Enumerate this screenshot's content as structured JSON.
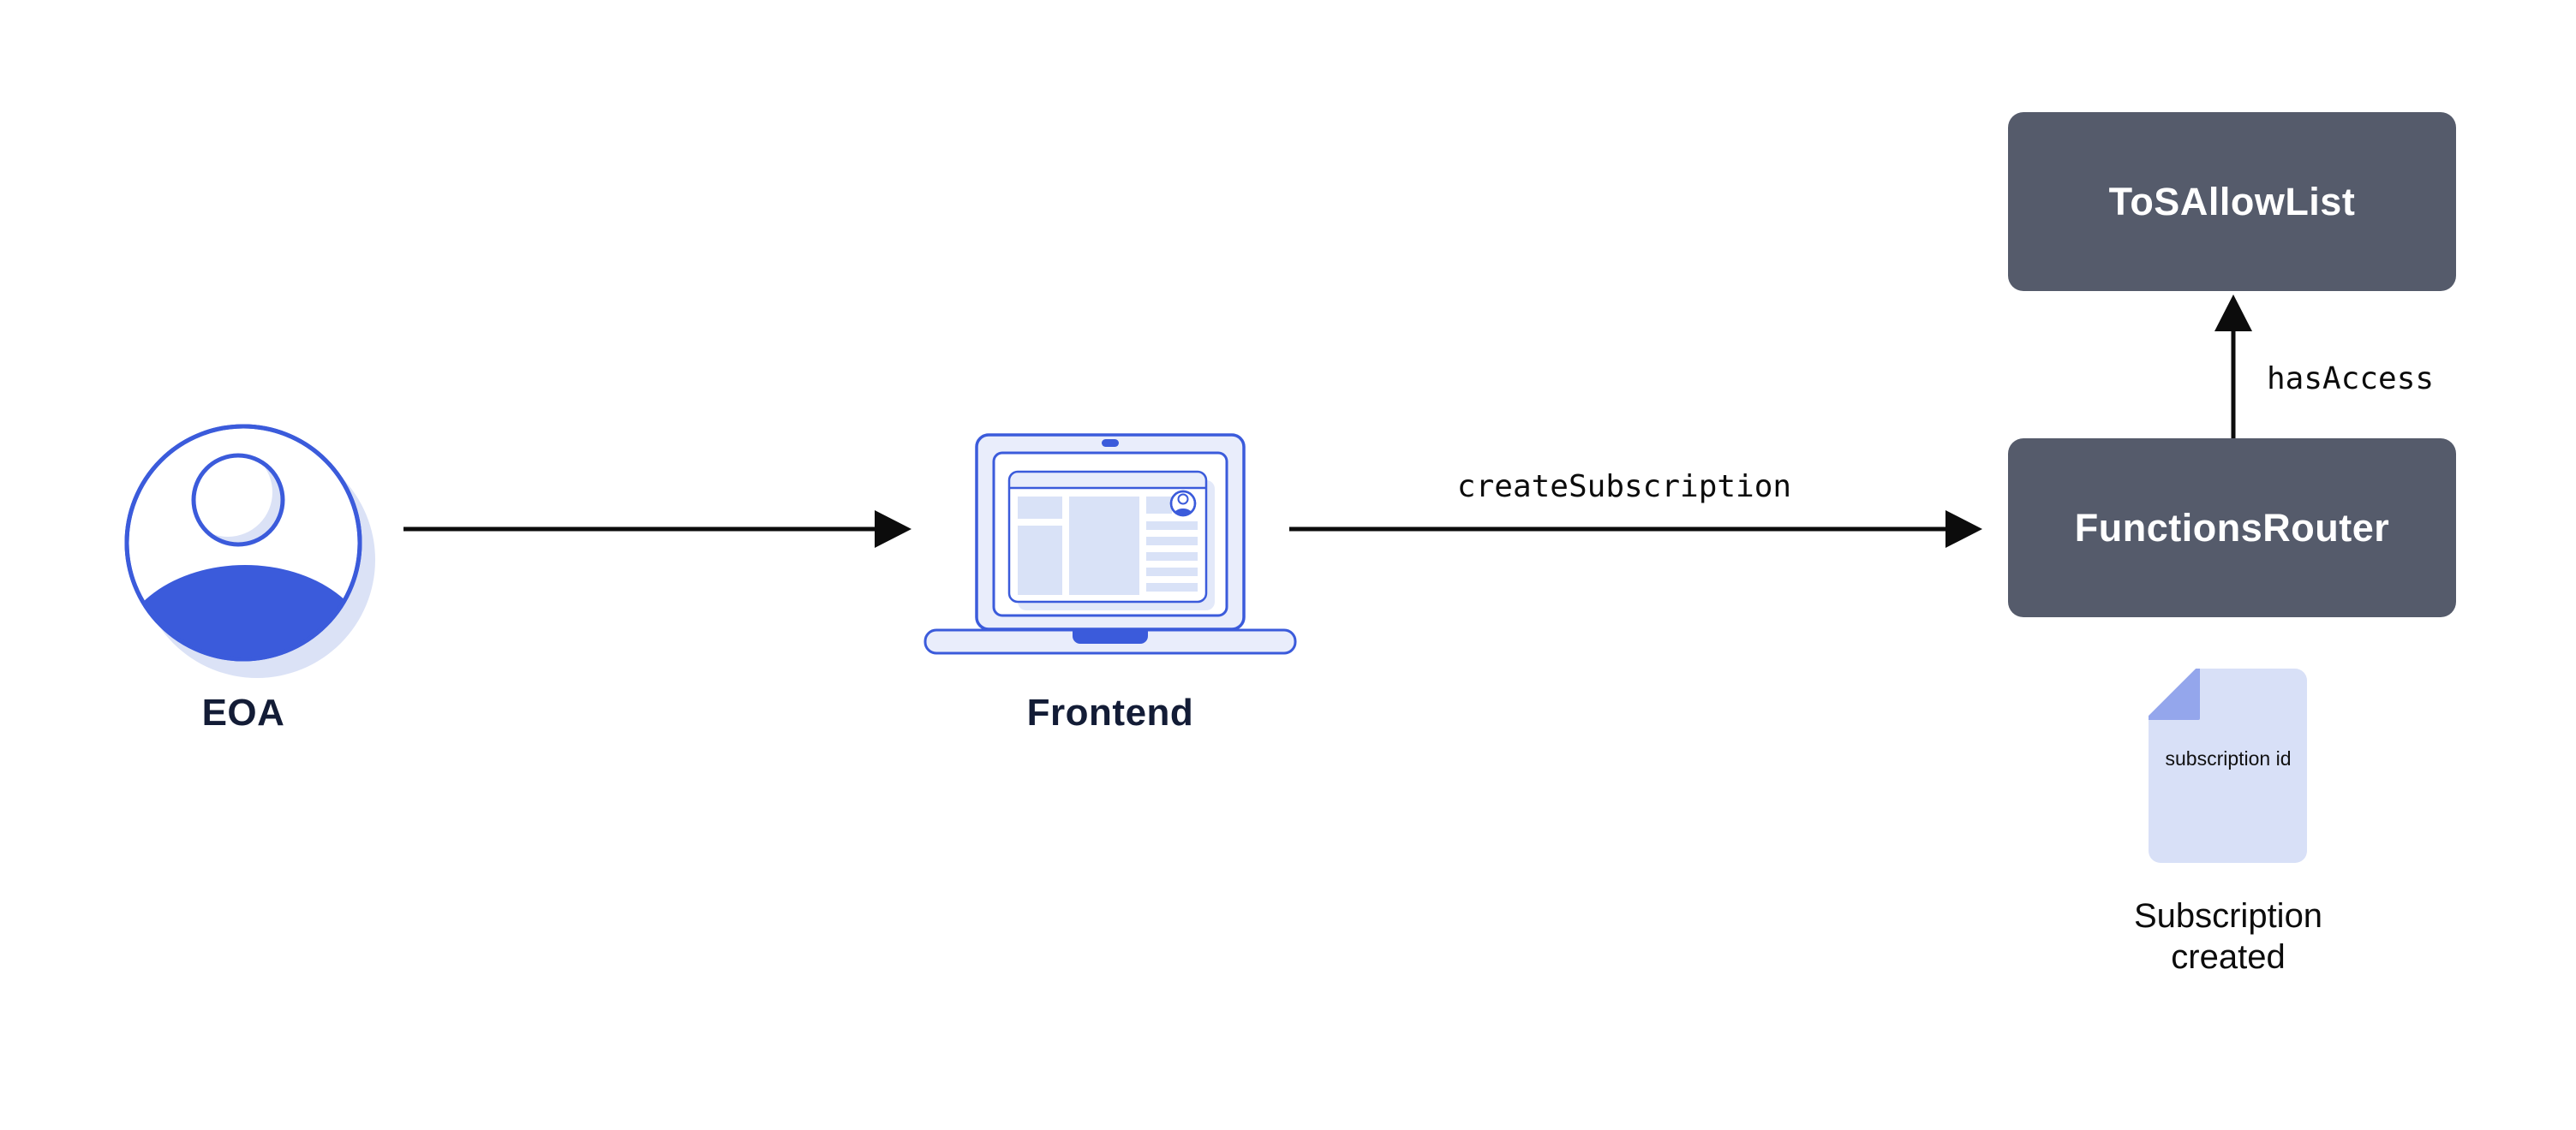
{
  "palette": {
    "accent_blue": "#3b5bdb",
    "icon_lavender": "#e9edfb",
    "panel_blue": "#d9e2f7",
    "shadow_blue": "#dbe2f6",
    "doc_fill": "#d8e0f7",
    "doc_fold": "#94a6ec",
    "dark_box": "#555b6b",
    "label_navy": "#131c36",
    "arrow_black": "#0c0c0c",
    "background": "#ffffff"
  },
  "nodes": {
    "eoa": {
      "label": "EOA"
    },
    "frontend": {
      "label": "Frontend"
    },
    "functions_router": {
      "label": "FunctionsRouter"
    },
    "tos_allow_list": {
      "label": "ToSAllowList"
    },
    "subscription_doc": {
      "doc_text": "subscription id",
      "caption": "Subscription created"
    }
  },
  "edges": {
    "eoa_to_frontend": {
      "label": ""
    },
    "frontend_to_functions_router": {
      "label": "createSubscription"
    },
    "functions_router_to_tos_allow_list": {
      "label": "hasAccess"
    }
  }
}
